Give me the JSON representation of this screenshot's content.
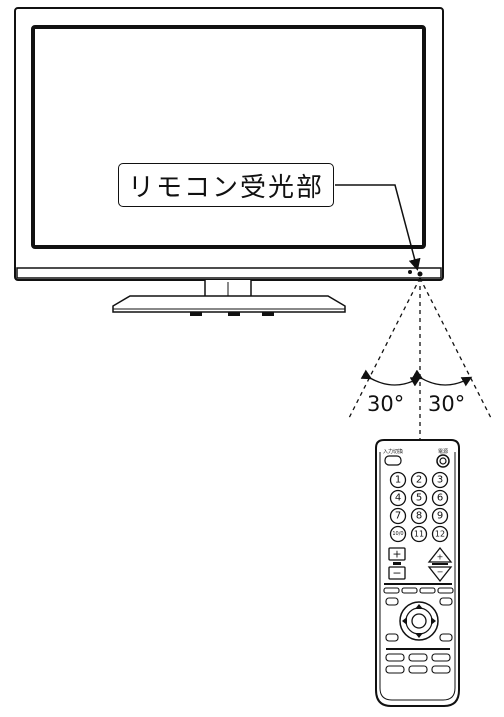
{
  "receiver_label": "リモコン受光部",
  "angles": {
    "left": "30°",
    "right": "30°"
  },
  "remote": {
    "top_left_label": "入力切換",
    "power_label": "電源",
    "numbers": [
      "1",
      "2",
      "3",
      "4",
      "5",
      "6",
      "7",
      "8",
      "9",
      "10/0",
      "11",
      "12"
    ]
  },
  "colors": {
    "line": "#111111",
    "background": "#ffffff"
  }
}
